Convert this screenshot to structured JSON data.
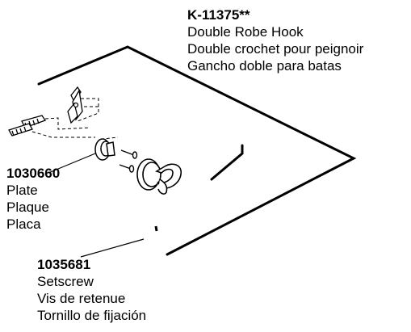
{
  "parts": {
    "kit": {
      "number": "K-11375**",
      "names": [
        "Double Robe Hook",
        "Double crochet pour peignoir",
        "Gancho doble para batas"
      ]
    },
    "plate": {
      "number": "1030660",
      "names": [
        "Plate",
        "Plaque",
        "Placa"
      ]
    },
    "setscrew": {
      "number": "1035681",
      "names": [
        "Setscrew",
        "Vis de retenue",
        "Tornillo de fijación"
      ]
    }
  }
}
